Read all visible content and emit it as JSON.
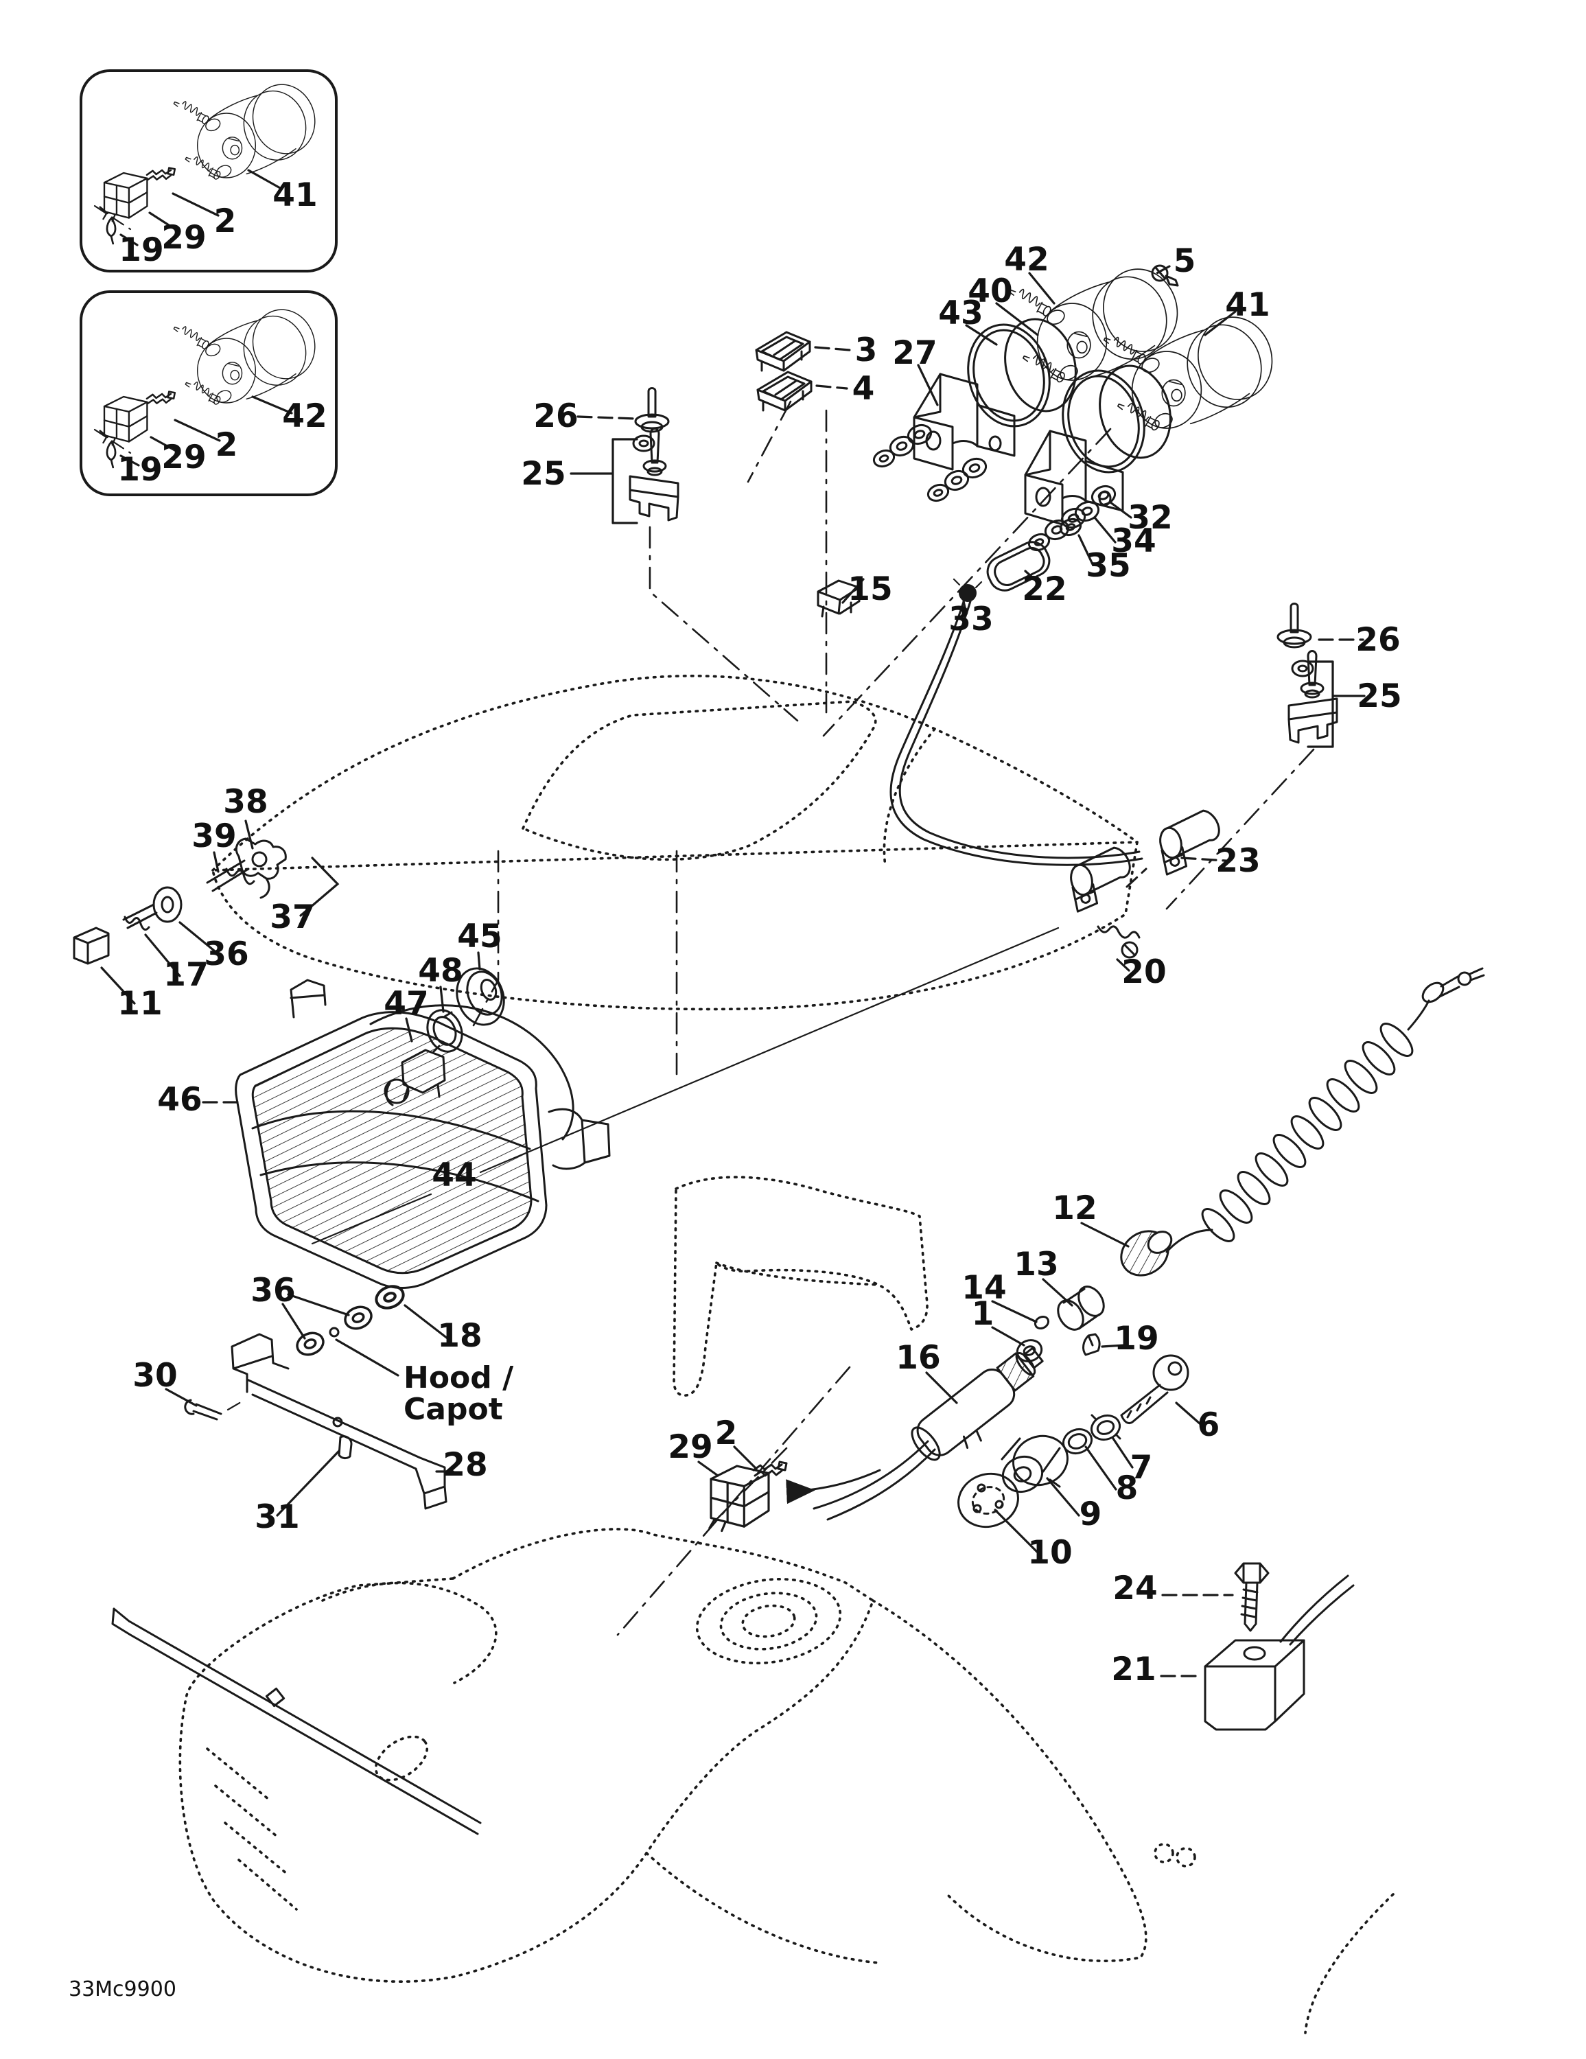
{
  "page": {
    "background": "#ffffff",
    "ink": "#1a1a1a"
  },
  "annotations": {
    "hood_line1": "Hood /",
    "hood_line2": "Capot",
    "drawing_code": "33Mc9900"
  },
  "callouts": [
    {
      "text": "41"
    },
    {
      "text": "2"
    },
    {
      "text": "29"
    },
    {
      "text": "19"
    },
    {
      "text": "42"
    },
    {
      "text": "2"
    },
    {
      "text": "29"
    },
    {
      "text": "19"
    },
    {
      "text": "3"
    },
    {
      "text": "4"
    },
    {
      "text": "27"
    },
    {
      "text": "43"
    },
    {
      "text": "40"
    },
    {
      "text": "42"
    },
    {
      "text": "5"
    },
    {
      "text": "41"
    },
    {
      "text": "26"
    },
    {
      "text": "25"
    },
    {
      "text": "32"
    },
    {
      "text": "34"
    },
    {
      "text": "35"
    },
    {
      "text": "15"
    },
    {
      "text": "22"
    },
    {
      "text": "33"
    },
    {
      "text": "26"
    },
    {
      "text": "25"
    },
    {
      "text": "23"
    },
    {
      "text": "20"
    },
    {
      "text": "38"
    },
    {
      "text": "39"
    },
    {
      "text": "37"
    },
    {
      "text": "36"
    },
    {
      "text": "17"
    },
    {
      "text": "11"
    },
    {
      "text": "46"
    },
    {
      "text": "47"
    },
    {
      "text": "48"
    },
    {
      "text": "45"
    },
    {
      "text": "44"
    },
    {
      "text": "36"
    },
    {
      "text": "18"
    },
    {
      "text": "30"
    },
    {
      "text": "28"
    },
    {
      "text": "31"
    },
    {
      "text": "12"
    },
    {
      "text": "13"
    },
    {
      "text": "14"
    },
    {
      "text": "1"
    },
    {
      "text": "19"
    },
    {
      "text": "16"
    },
    {
      "text": "6"
    },
    {
      "text": "7"
    },
    {
      "text": "8"
    },
    {
      "text": "9"
    },
    {
      "text": "10"
    },
    {
      "text": "29"
    },
    {
      "text": "2"
    },
    {
      "text": "24"
    },
    {
      "text": "21"
    }
  ]
}
